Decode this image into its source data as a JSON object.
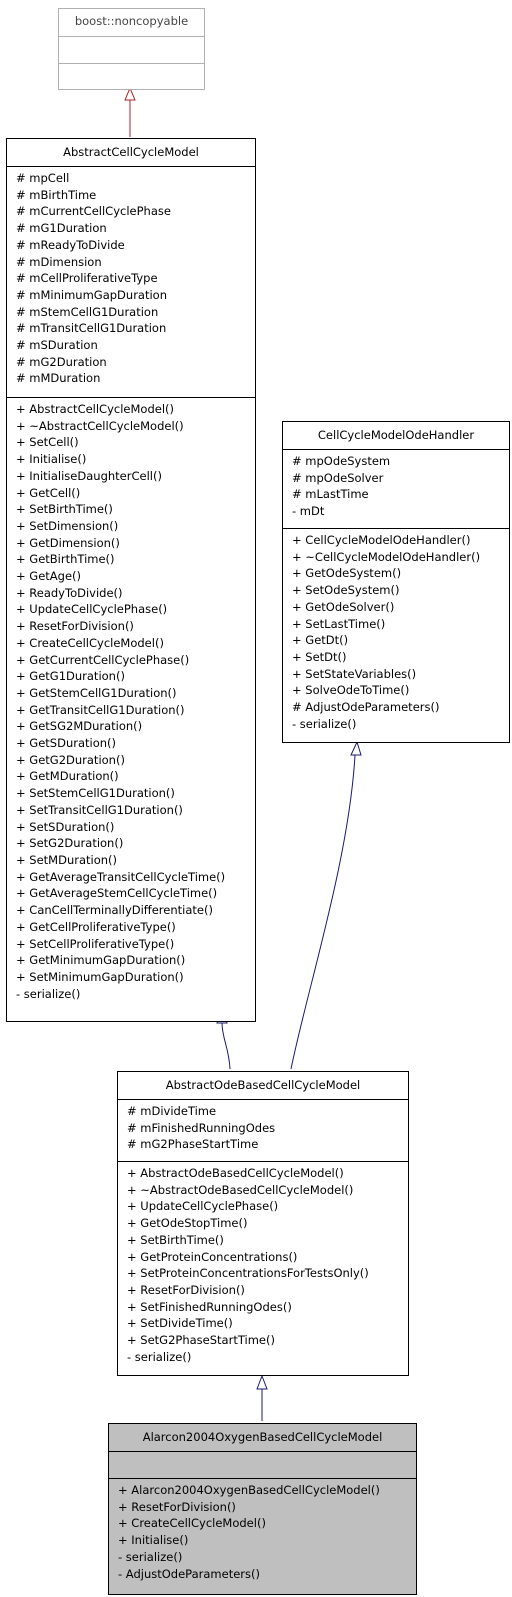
{
  "classes": {
    "noncopyable": {
      "name": "boost::noncopyable",
      "attributes": [],
      "methods": []
    },
    "abstract_cell_cycle_model": {
      "name": "AbstractCellCycleModel",
      "attributes": [
        "# mpCell",
        "# mBirthTime",
        "# mCurrentCellCyclePhase",
        "# mG1Duration",
        "# mReadyToDivide",
        "# mDimension",
        "# mCellProliferativeType",
        "# mMinimumGapDuration",
        "# mStemCellG1Duration",
        "# mTransitCellG1Duration",
        "# mSDuration",
        "# mG2Duration",
        "# mMDuration"
      ],
      "methods": [
        "+ AbstractCellCycleModel()",
        "+ ~AbstractCellCycleModel()",
        "+ SetCell()",
        "+ Initialise()",
        "+ InitialiseDaughterCell()",
        "+ GetCell()",
        "+ SetBirthTime()",
        "+ SetDimension()",
        "+ GetDimension()",
        "+ GetBirthTime()",
        "+ GetAge()",
        "+ ReadyToDivide()",
        "+ UpdateCellCyclePhase()",
        "+ ResetForDivision()",
        "+ CreateCellCycleModel()",
        "+ GetCurrentCellCyclePhase()",
        "+ GetG1Duration()",
        "+ GetStemCellG1Duration()",
        "+ GetTransitCellG1Duration()",
        "+ GetSG2MDuration()",
        "+ GetSDuration()",
        "+ GetG2Duration()",
        "+ GetMDuration()",
        "+ SetStemCellG1Duration()",
        "+ SetTransitCellG1Duration()",
        "+ SetSDuration()",
        "+ SetG2Duration()",
        "+ SetMDuration()",
        "+ GetAverageTransitCellCycleTime()",
        "+ GetAverageStemCellCycleTime()",
        "+ CanCellTerminallyDifferentiate()",
        "+ GetCellProliferativeType()",
        "+ SetCellProliferativeType()",
        "+ GetMinimumGapDuration()",
        "+ SetMinimumGapDuration()",
        "- serialize()"
      ]
    },
    "ode_handler": {
      "name": "CellCycleModelOdeHandler",
      "attributes": [
        "# mpOdeSystem",
        "# mpOdeSolver",
        "# mLastTime",
        "- mDt"
      ],
      "methods": [
        "+ CellCycleModelOdeHandler()",
        "+ ~CellCycleModelOdeHandler()",
        "+ GetOdeSystem()",
        "+ SetOdeSystem()",
        "+ GetOdeSolver()",
        "+ SetLastTime()",
        "+ GetDt()",
        "+ SetDt()",
        "+ SetStateVariables()",
        "+ SolveOdeToTime()",
        "# AdjustOdeParameters()",
        "- serialize()"
      ]
    },
    "abstract_ode_based": {
      "name": "AbstractOdeBasedCellCycleModel",
      "attributes": [
        "# mDivideTime",
        "# mFinishedRunningOdes",
        "# mG2PhaseStartTime"
      ],
      "methods": [
        "+ AbstractOdeBasedCellCycleModel()",
        "+ ~AbstractOdeBasedCellCycleModel()",
        "+ UpdateCellCyclePhase()",
        "+ GetOdeStopTime()",
        "+ SetBirthTime()",
        "+ GetProteinConcentrations()",
        "+ SetProteinConcentrationsForTestsOnly()",
        "+ ResetForDivision()",
        "+ SetFinishedRunningOdes()",
        "+ SetDivideTime()",
        "+ SetG2PhaseStartTime()",
        "- serialize()"
      ]
    },
    "alarcon": {
      "name": "Alarcon2004OxygenBasedCellCycleModel",
      "attributes": [],
      "methods": [
        "+ Alarcon2004OxygenBasedCellCycleModel()",
        "+ ResetForDivision()",
        "+ CreateCellCycleModel()",
        "+ Initialise()",
        "- serialize()",
        "- AdjustOdeParameters()"
      ]
    }
  },
  "edge_colors": {
    "noncopyable_inheritance": "#b22222",
    "public_inheritance": "#191970"
  }
}
